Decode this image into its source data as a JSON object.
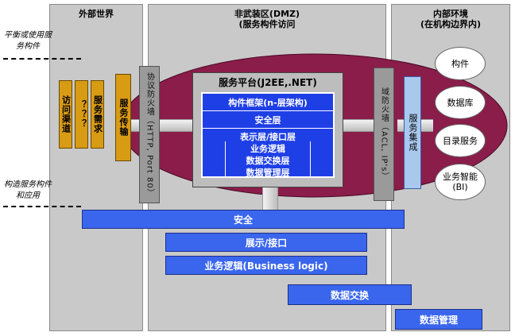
{
  "zones": {
    "outer": "外部世界",
    "dmz_line1": "非武装区(DMZ)",
    "dmz_line2": "(服务构件访问",
    "internal_line1": "内部环境",
    "internal_line2": "(在机构边界内)"
  },
  "notes": {
    "balance_line1": "平衡或使用服",
    "balance_line2": "务构件",
    "build_line1": "构造服务构件",
    "build_line2": "和应用"
  },
  "outer_bars": [
    "访问渠道",
    "？？？",
    "服务需求",
    "服务传输"
  ],
  "protocol_wall": "协议防火墙（HTTP, Port 80）",
  "domain_wall": "域防火墙（ACL, IP's）",
  "platform": {
    "title": "服务平台(J2EE,.NET)",
    "framework": "构件框架(n-层架构)",
    "security": "安全层",
    "presentation": "表示层/接口层",
    "business": "业务逻辑",
    "exchange": "数据交换层",
    "management": "数据管理层"
  },
  "service_integration": "服务集成",
  "internal_items": {
    "component": "构件",
    "database": "数据库",
    "directory": "目录服务",
    "bi_line1": "业务智能",
    "bi_line2": "(BI)"
  },
  "bottom_bars": {
    "security": "安全",
    "presentation": "展示/接口",
    "business": "业务逻辑(Business logic)",
    "exchange": "数据交换",
    "management": "数据管理"
  },
  "colors": {
    "maroon": "#8a1d4a",
    "blue": "#3a66ee",
    "gold": "#d89b14",
    "zone_gray": "#c9c9c9"
  }
}
